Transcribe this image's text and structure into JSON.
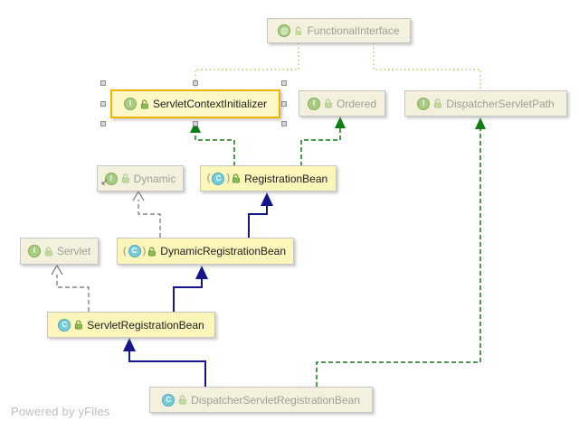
{
  "watermark": "Powered by yFiles",
  "diagram": {
    "title_hint": "UML class diagram of Spring servlet registration beans",
    "colors": {
      "selection_border": "#efb300",
      "node_fill": "#fdf6bb",
      "node_fill_faded": "#f3f1dd",
      "extends_edge": "#16168c",
      "implements_edge": "#0f7d14",
      "interface_realization_edge": "#6e6e6e",
      "annotation_edge": "#b9b24a",
      "interface_icon_green": "#a6cd80",
      "class_icon_cyan": "#74ccdc"
    },
    "nodes": [
      {
        "id": "functional-interface",
        "label": "FunctionalInterface",
        "kind": "annotation",
        "state": "faded"
      },
      {
        "id": "servlet-context-initializer",
        "label": "ServletContextInitializer",
        "kind": "interface",
        "state": "selected"
      },
      {
        "id": "ordered",
        "label": "Ordered",
        "kind": "interface",
        "state": "faded"
      },
      {
        "id": "dispatcher-servlet-path",
        "label": "DispatcherServletPath",
        "kind": "interface",
        "state": "faded"
      },
      {
        "id": "dynamic",
        "label": "Dynamic",
        "kind": "inner-interface",
        "state": "faded"
      },
      {
        "id": "registration-bean",
        "label": "RegistrationBean",
        "kind": "abstract-class",
        "state": "normal"
      },
      {
        "id": "servlet",
        "label": "Servlet",
        "kind": "interface",
        "state": "faded"
      },
      {
        "id": "dynamic-registration-bean",
        "label": "DynamicRegistrationBean",
        "kind": "abstract-class",
        "state": "normal"
      },
      {
        "id": "servlet-registration-bean",
        "label": "ServletRegistrationBean",
        "kind": "class",
        "state": "normal"
      },
      {
        "id": "dispatcher-servlet-registration-bean",
        "label": "DispatcherServletRegistrationBean",
        "kind": "class",
        "state": "faded"
      }
    ],
    "edges": [
      {
        "from": "RegistrationBean",
        "to": "ServletContextInitializer",
        "type": "implements"
      },
      {
        "from": "RegistrationBean",
        "to": "Ordered",
        "type": "implements"
      },
      {
        "from": "DispatcherServletRegistrationBean",
        "to": "DispatcherServletPath",
        "type": "implements"
      },
      {
        "from": "DynamicRegistrationBean",
        "to": "RegistrationBean",
        "type": "extends"
      },
      {
        "from": "ServletRegistrationBean",
        "to": "DynamicRegistrationBean",
        "type": "extends"
      },
      {
        "from": "DispatcherServletRegistrationBean",
        "to": "ServletRegistrationBean",
        "type": "extends"
      },
      {
        "from": "DynamicRegistrationBean",
        "to": "Dynamic",
        "type": "implements-interface"
      },
      {
        "from": "ServletRegistrationBean",
        "to": "Servlet",
        "type": "implements-interface"
      },
      {
        "from": "ServletContextInitializer",
        "to": "FunctionalInterface",
        "type": "annotated-with"
      },
      {
        "from": "DispatcherServletPath",
        "to": "FunctionalInterface",
        "type": "annotated-with"
      }
    ]
  }
}
